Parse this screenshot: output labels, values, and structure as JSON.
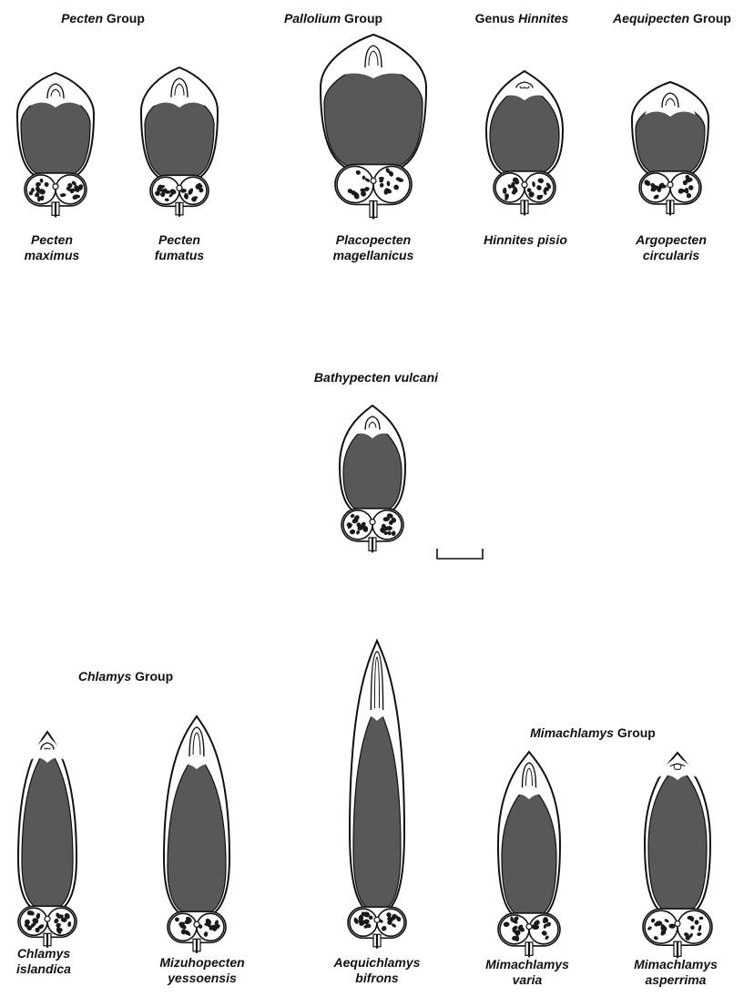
{
  "groups": {
    "pecten": {
      "name": "Pecten",
      "suffix": " Group"
    },
    "pallolium": {
      "name": "Pallolium",
      "suffix": " Group"
    },
    "hinnites": {
      "prefix": "Genus ",
      "name": "Hinnites"
    },
    "aequipecten": {
      "name": "Aequipecten",
      "suffix": " Group"
    },
    "bathypecten": {
      "name": "Bathypecten vulcani"
    },
    "chlamys": {
      "name": "Chlamys",
      "suffix": " Group"
    },
    "mimachlamys": {
      "name": "Mimachlamys",
      "suffix": " Group"
    }
  },
  "species": {
    "pecten_maximus": {
      "line1": "Pecten",
      "line2": "maximus"
    },
    "pecten_fumatus": {
      "line1": "Pecten",
      "line2": "fumatus"
    },
    "placopecten": {
      "line1": "Placopecten",
      "line2": "magellanicus"
    },
    "hinnites_pisio": {
      "line1": "Hinnites pisio",
      "line2": ""
    },
    "argopecten": {
      "line1": "Argopecten",
      "line2": "circularis"
    },
    "chlamys_islandica": {
      "line1": "Chlamys",
      "line2": "islandica"
    },
    "mizuhopecten": {
      "line1": "Mizuhopecten",
      "line2": "yessoensis"
    },
    "aequichlamys": {
      "line1": "Aequichlamys",
      "line2": "bifrons"
    },
    "mimachlamys_varia": {
      "line1": "Mimachlamys",
      "line2": "varia"
    },
    "mimachlamys_asperrima": {
      "line1": "Mimachlamys",
      "line2": "asperrima"
    }
  },
  "colors": {
    "gonad": "#585858",
    "outline": "#111111",
    "tip": "#ffffff",
    "dots": "#1a1a1a"
  }
}
